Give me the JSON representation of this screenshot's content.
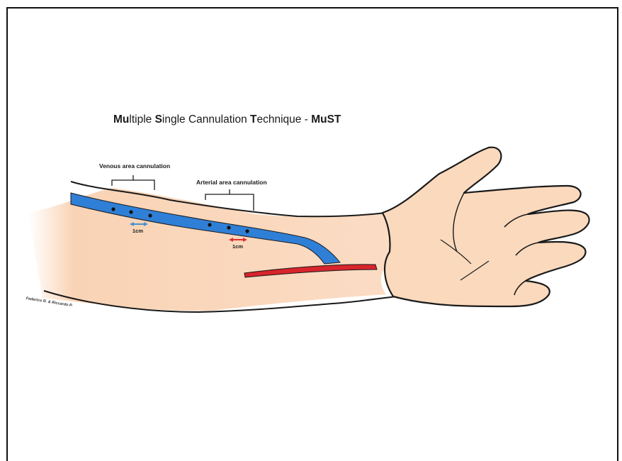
{
  "title": {
    "part1_bold": "Mu",
    "part1_rest": "ltiple ",
    "part2_bold": "S",
    "part2_rest": "ingle Cannulation ",
    "part3_bold": "T",
    "part3_rest": "echnique - ",
    "acronym": "MuST"
  },
  "labels": {
    "venous_area": "Venous area cannulation",
    "arterial_area": "Arterial area cannulation",
    "venous_spacing": "1cm",
    "arterial_spacing": "1cm"
  },
  "credit": "Federico R. & Riccardo P.",
  "colors": {
    "vein": "#2f7fd6",
    "artery": "#d8242c",
    "skin": "#fbd9bd",
    "outline": "#1a1a1a",
    "venous_arrow": "#4a90d0",
    "arterial_arrow": "#e0302e"
  }
}
